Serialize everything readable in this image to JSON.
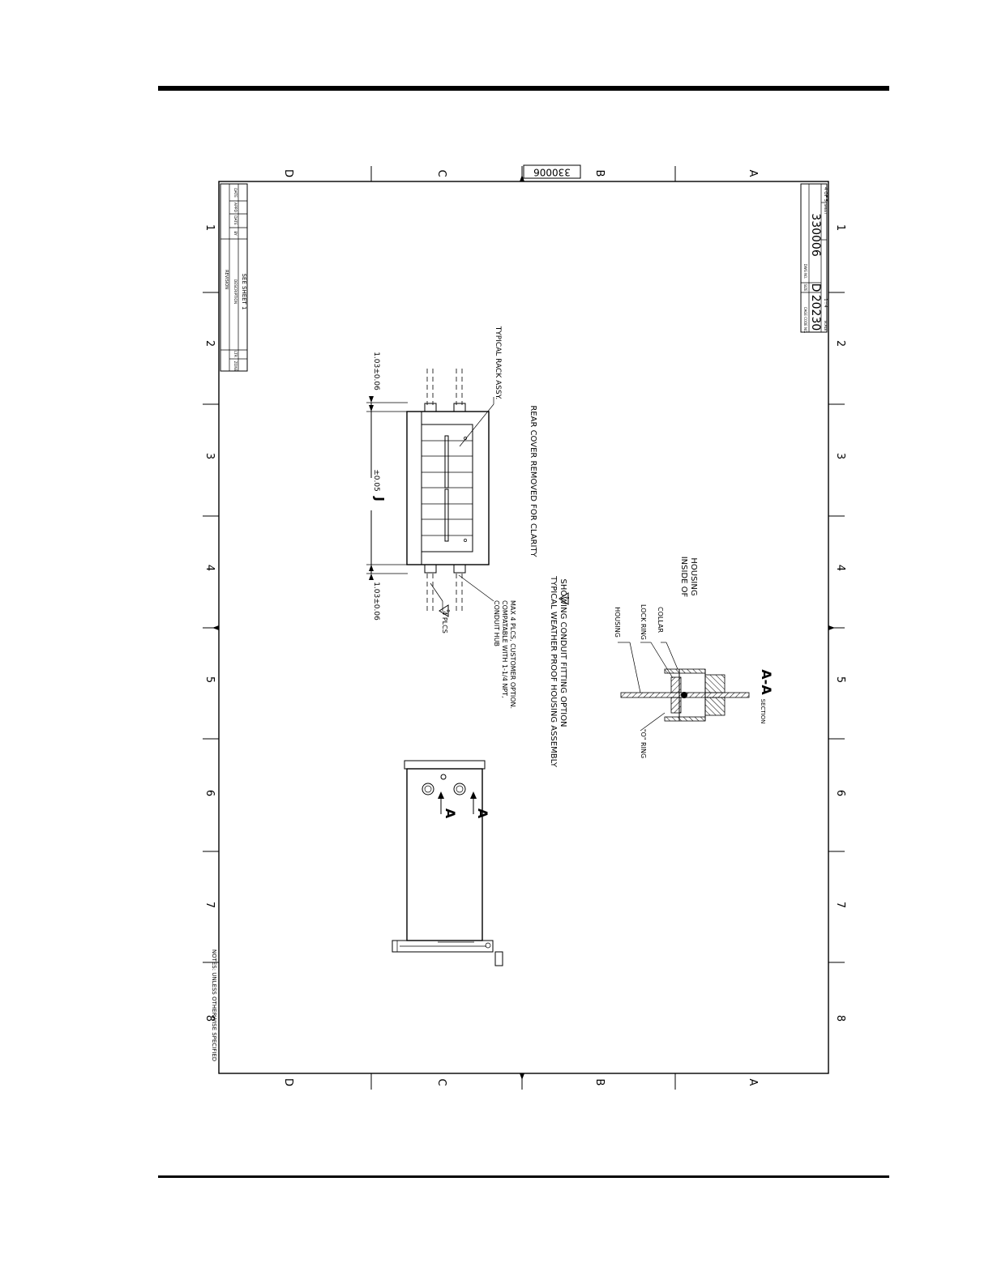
{
  "sheet": {
    "zone_rows": [
      "D",
      "C",
      "B",
      "A"
    ],
    "zone_cols": [
      "1",
      "2",
      "3",
      "4",
      "5",
      "6",
      "7",
      "8"
    ],
    "corner_dwg_no": "330006"
  },
  "revision_block": {
    "title": "REVISION",
    "col_zone": "ZONE",
    "col_ltr": "LTR",
    "col_description": "DESCRIPTION",
    "col_by": "BY",
    "col_date": "DATE",
    "col_appd": "APPD",
    "col_appd_date": "DATE",
    "entry": "SEE SHEET 1"
  },
  "title_block": {
    "cage_label": "CAGE CODE NO.",
    "cage_value": "20230",
    "size_label": "SIZE",
    "size_value": "D",
    "dwg_label": "DWG NO.",
    "dwg_value": "330006",
    "scale_label": "SCALE",
    "scale_value": "1 : 4",
    "sheet_label": "SHEET",
    "sheet_value": "4 OF 5"
  },
  "view_assembly": {
    "dim_left": "1.03±0.06",
    "dim_center_letter": "J",
    "dim_center_tol": "±0.05",
    "dim_right": "1.03±0.06",
    "pcs_label": "4 PLCS",
    "pcs_flag": "8",
    "rack_label": "TYPICAL RACK ASSY.",
    "hub_note_1": "CONDUIT HUB",
    "hub_note_2": "COMPATABLE WITH 1-1/4 NPT,",
    "hub_note_3": "MAX 4 PLCS, CUSTOMER OPTION.",
    "rear_cover_note": "REAR COVER REMOVED FOR CLARITY",
    "caption_1": "TYPICAL WEATHER PROOF HOUSING ASSEMBLY",
    "caption_2": "SHOWING CONDUIT FITTING OPTION",
    "caption_flag": "8"
  },
  "view_side": {
    "section_marker_1": "A",
    "section_marker_2": "A"
  },
  "view_section": {
    "housing": "HOUSING",
    "lock_ring": "LOCK RING",
    "collar": "COLLAR",
    "o_ring": "\"O\" RING",
    "inside_1": "INSIDE OF",
    "inside_2": "HOUSING",
    "section_word": "SECTION",
    "section_id": "A-A"
  },
  "notes": {
    "text": "NOTES: UNLESS OTHERWISE SPECIFIED"
  }
}
